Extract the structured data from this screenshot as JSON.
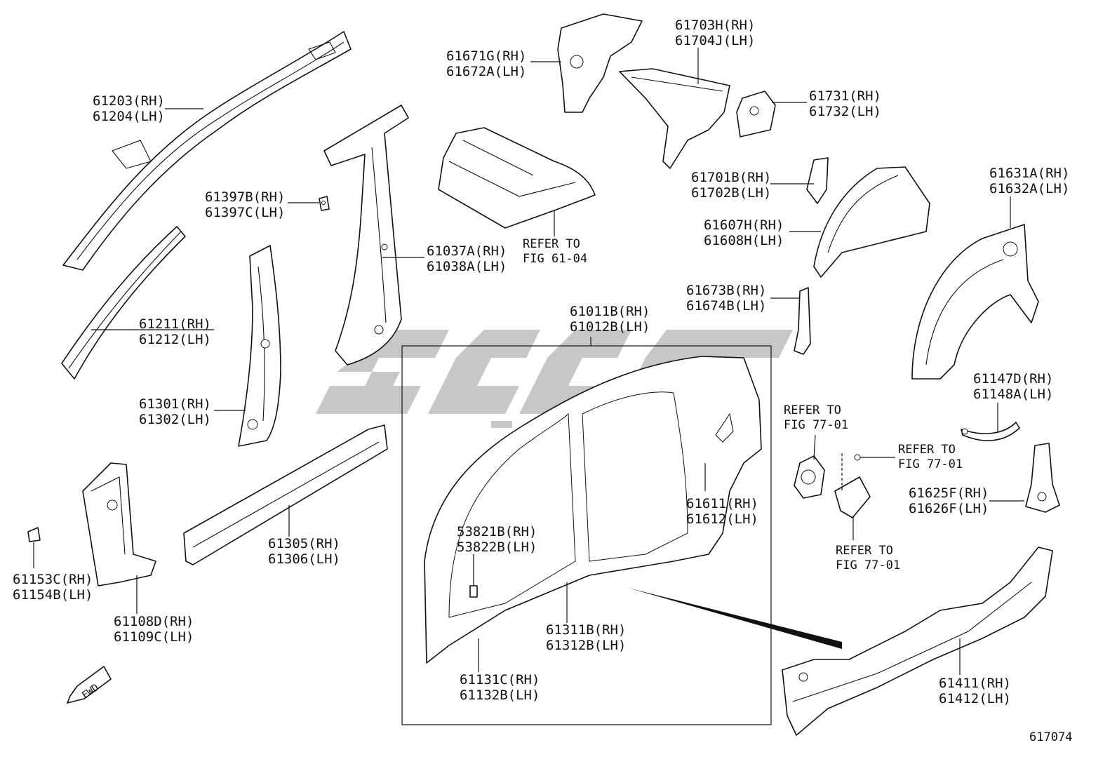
{
  "figure_number": "617074",
  "direction_arrow": {
    "label": "FWD",
    "icon": "fwd-arrow-icon"
  },
  "watermark": {
    "icon": "watermark-logo-icon",
    "color": "#b5b5b5"
  },
  "parts": [
    {
      "rh": "61203(RH)",
      "lh": "61204(LH)"
    },
    {
      "rh": "61211(RH)",
      "lh": "61212(LH)"
    },
    {
      "rh": "61397B(RH)",
      "lh": "61397C(LH)"
    },
    {
      "rh": "61301(RH)",
      "lh": "61302(LH)"
    },
    {
      "rh": "61037A(RH)",
      "lh": "61038A(LH)"
    },
    {
      "rh": "61671G(RH)",
      "lh": "61672A(LH)"
    },
    {
      "rh": "61703H(RH)",
      "lh": "61704J(LH)"
    },
    {
      "rh": "61731(RH)",
      "lh": "61732(LH)"
    },
    {
      "rh": "61701B(RH)",
      "lh": "61702B(LH)"
    },
    {
      "rh": "61607H(RH)",
      "lh": "61608H(LH)"
    },
    {
      "rh": "61631A(RH)",
      "lh": "61632A(LH)"
    },
    {
      "rh": "61673B(RH)",
      "lh": "61674B(LH)"
    },
    {
      "rh": "61011B(RH)",
      "lh": "61012B(LH)"
    },
    {
      "rh": "61147D(RH)",
      "lh": "61148A(LH)"
    },
    {
      "rh": "61625F(RH)",
      "lh": "61626F(LH)"
    },
    {
      "rh": "61611(RH)",
      "lh": "61612(LH)"
    },
    {
      "rh": "53821B(RH)",
      "lh": "53822B(LH)"
    },
    {
      "rh": "61305(RH)",
      "lh": "61306(LH)"
    },
    {
      "rh": "61153C(RH)",
      "lh": "61154B(LH)"
    },
    {
      "rh": "61108D(RH)",
      "lh": "61109C(LH)"
    },
    {
      "rh": "61311B(RH)",
      "lh": "61312B(LH)"
    },
    {
      "rh": "61131C(RH)",
      "lh": "61132B(LH)"
    },
    {
      "rh": "61411(RH)",
      "lh": "61412(LH)"
    }
  ],
  "refers": [
    {
      "line1": "REFER TO",
      "line2": "FIG 61-04"
    },
    {
      "line1": "REFER TO",
      "line2": "FIG 77-01"
    },
    {
      "line1": "REFER TO",
      "line2": "FIG 77-01"
    },
    {
      "line1": "REFER TO",
      "line2": "FIG 77-01"
    }
  ]
}
